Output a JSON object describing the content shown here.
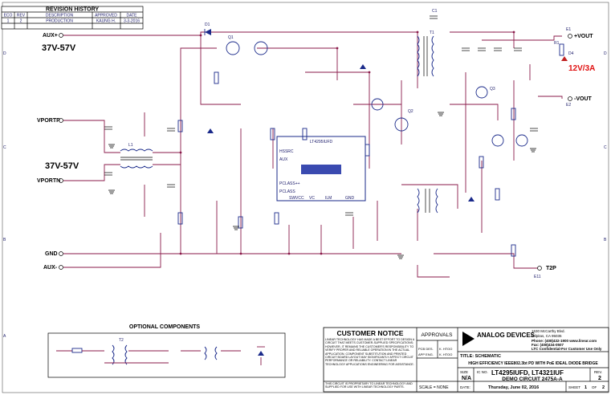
{
  "revision": {
    "title": "REVISION HISTORY",
    "headers": [
      "ECO",
      "REV",
      "DESCRIPTION",
      "APPROVED",
      "DATE"
    ],
    "row": [
      "1",
      "2",
      "PRODUCTION",
      "KAUNG H.",
      "3-3-2016"
    ]
  },
  "ports": {
    "aux_plus": "AUX+",
    "vportp": "VPORTP",
    "vportn": "VPORTN",
    "gnd": "GND",
    "aux_minus": "AUX-",
    "vout_plus": "+VOUT",
    "vout_minus": "-VOUT",
    "t2p": "T2P"
  },
  "voltage_labels": {
    "aux_range": "37V-57V",
    "port_range": "37V-57V",
    "output_rating": "12V/3A"
  },
  "chip": {
    "part": "LT4295IUFD",
    "pins_left": [
      "HSSRC",
      "AUX",
      "PCLASS++",
      "PCLASS"
    ],
    "pins_bottom": [
      "SWVCC",
      "VC",
      "ILM",
      "GND"
    ]
  },
  "parts": {
    "q1": "Q1",
    "q2": "Q2",
    "q3": "Q3",
    "d1": "D1",
    "d4": "D4",
    "t1": "T1",
    "t2": "T2",
    "l1": "L1",
    "c1": "C1",
    "r1": "R1",
    "e1": "E1",
    "e2": "E2",
    "e11": "E11"
  },
  "optional": {
    "title": "OPTIONAL COMPONENTS"
  },
  "notice": {
    "title": "CUSTOMER NOTICE",
    "body": "LINEAR TECHNOLOGY HAS MADE A BEST EFFORT TO DESIGN A CIRCUIT THAT MEETS CUSTOMER-SUPPLIED SPECIFICATIONS; HOWEVER, IT REMAINS THE CUSTOMER'S RESPONSIBILITY TO VERIFY PROPER AND RELIABLE OPERATION IN THE ACTUAL APPLICATION. COMPONENT SUBSTITUTION AND PRINTED CIRCUIT BOARD LAYOUT MAY SIGNIFICANTLY AFFECT CIRCUIT PERFORMANCE OR RELIABILITY. CONTACT LINEAR TECHNOLOGY APPLICATIONS ENGINEERING FOR ASSISTANCE.",
    "footer": "THIS CIRCUIT IS PROPRIETARY TO LINEAR TECHNOLOGY AND SUPPLIED FOR USE WITH LINEAR TECHNOLOGY PARTS."
  },
  "approvals": {
    "title": "APPROVALS",
    "pcb_des": "PCB DES.",
    "app_eng": "APP ENG.",
    "pcb_val": "K. HTOO",
    "app_val": "K. HTOO"
  },
  "company": {
    "logo": "ANALOG DEVICES",
    "address1": "1630 McCarthy Blvd.",
    "address2": "Milpitas, CA 95035",
    "phone": "Phone: (408)432-1900  www.linear.com",
    "fax": "Fax: (408)434-0507",
    "confidential": "LTC Confidential-For Customer Use Only"
  },
  "title_block": {
    "title_label": "TITLE: SCHEMATIC",
    "title": "HIGH EFFICIENCY IEEE802.3bt PD WITH PoE IDEAL DIODE BRIDGE",
    "size_label": "SIZE",
    "size": "N/A",
    "icno_label": "IC NO.",
    "icno": "LT4295IUFD, LT4321IUF",
    "demo": "DEMO CIRCUIT 2475A-A",
    "rev_label": "REV.",
    "rev": "2",
    "scale": "SCALE = NONE",
    "date_label": "DATE:",
    "date": "Thursday, June 02, 2016",
    "sheet_label": "SHEET",
    "sheet": "1",
    "of_label": "OF",
    "of": "2"
  }
}
